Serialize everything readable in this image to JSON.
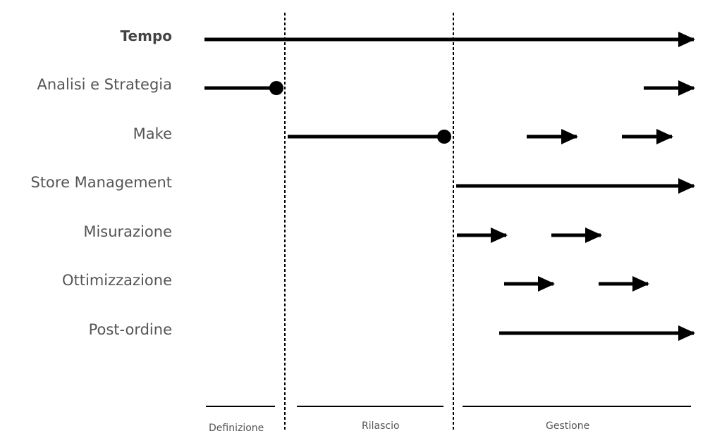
{
  "rows": [
    {
      "label": "Tempo"
    },
    {
      "label": "Analisi e Strategia"
    },
    {
      "label": "Make"
    },
    {
      "label": "Store Management"
    },
    {
      "label": "Misurazione"
    },
    {
      "label": "Ottimizzazione"
    },
    {
      "label": "Post-ordine"
    }
  ],
  "phases": [
    {
      "label": "Definizione"
    },
    {
      "label": "Rilascio"
    },
    {
      "label": "Gestione"
    }
  ],
  "colors": {
    "line": "#000000",
    "text": "#555555"
  }
}
